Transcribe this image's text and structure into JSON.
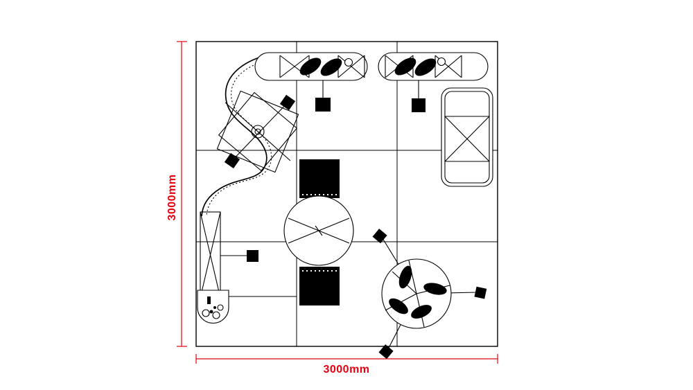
{
  "page": {
    "background": "#ffffff"
  },
  "colors": {
    "accent_red": "#e60012",
    "line": "#000000"
  },
  "dimensions": {
    "left_label": "3000mm",
    "bottom_label": "3000mm"
  },
  "plan": {
    "kind": "exhibition-booth-floor-plan-top-view",
    "grid": "3x3",
    "furniture_icons": [
      "conference-table-with-chairs-icon",
      "conference-table-with-chairs-icon",
      "stool-icon",
      "stool-icon",
      "parasol-table-icon",
      "wardrobe-shelf-unit-icon",
      "service-counter-icon",
      "round-meeting-table-icon",
      "service-counter-icon",
      "curved-partition-wall-icon",
      "display-strip-icon",
      "planter-pod-icon",
      "round-table-with-chairs-icon",
      "stool-icon",
      "stool-icon",
      "stool-icon"
    ]
  }
}
